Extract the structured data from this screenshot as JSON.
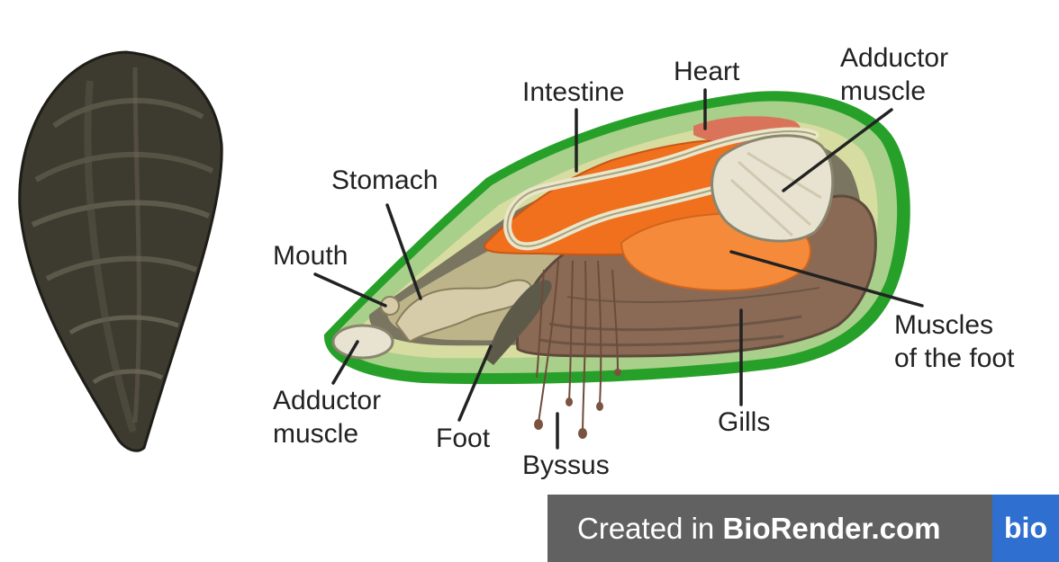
{
  "labels": {
    "intestine": "Intestine",
    "heart": "Heart",
    "adductor_top_1": "Adductor",
    "adductor_top_2": "muscle",
    "stomach": "Stomach",
    "mouth": "Mouth",
    "muscles_foot_1": "Muscles",
    "muscles_foot_2": "of the foot",
    "adductor_bottom_1": "Adductor",
    "adductor_bottom_2": "muscle",
    "foot": "Foot",
    "gills": "Gills",
    "byssus": "Byssus"
  },
  "footer": {
    "prefix": "Created in ",
    "brand_name": "BioRender.com",
    "logo": "bio"
  },
  "colors": {
    "mantle_green": "#a8d08a",
    "shell_outline": "#27a02a",
    "gonad_orange": "#f0701e",
    "gills_brown": "#8a6a55",
    "footer_gray": "#616161",
    "brand_blue": "#2f6fd0"
  }
}
